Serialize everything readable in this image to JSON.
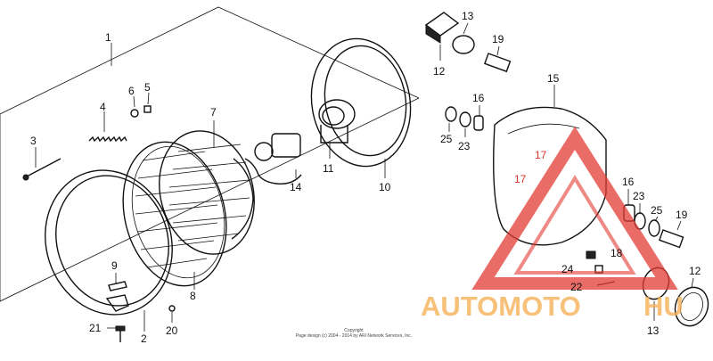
{
  "callouts": [
    {
      "id": "c1",
      "text": "1"
    },
    {
      "id": "c2",
      "text": "2"
    },
    {
      "id": "c3",
      "text": "3"
    },
    {
      "id": "c4",
      "text": "4"
    },
    {
      "id": "c5",
      "text": "5"
    },
    {
      "id": "c6",
      "text": "6"
    },
    {
      "id": "c7",
      "text": "7"
    },
    {
      "id": "c8",
      "text": "8"
    },
    {
      "id": "c9",
      "text": "9"
    },
    {
      "id": "c10",
      "text": "10"
    },
    {
      "id": "c11",
      "text": "11"
    },
    {
      "id": "c12a",
      "text": "12"
    },
    {
      "id": "c12b",
      "text": "12"
    },
    {
      "id": "c13a",
      "text": "13"
    },
    {
      "id": "c13b",
      "text": "13"
    },
    {
      "id": "c14",
      "text": "14"
    },
    {
      "id": "c15",
      "text": "15"
    },
    {
      "id": "c16a",
      "text": "16"
    },
    {
      "id": "c16b",
      "text": "16"
    },
    {
      "id": "c17a",
      "text": "17"
    },
    {
      "id": "c17b",
      "text": "17"
    },
    {
      "id": "c18",
      "text": "18"
    },
    {
      "id": "c19a",
      "text": "19"
    },
    {
      "id": "c19b",
      "text": "19"
    },
    {
      "id": "c20",
      "text": "20"
    },
    {
      "id": "c21",
      "text": "21"
    },
    {
      "id": "c22",
      "text": "22"
    },
    {
      "id": "c23a",
      "text": "23"
    },
    {
      "id": "c23b",
      "text": "23"
    },
    {
      "id": "c24",
      "text": "24"
    },
    {
      "id": "c25a",
      "text": "25"
    },
    {
      "id": "c25b",
      "text": "25"
    }
  ],
  "copyright": {
    "line1": "Copyright",
    "line2": "Page design (c) 2004 - 2014 by ARI Network Services, Inc."
  },
  "watermark": {
    "text_part1": "AUTOMOTO",
    "text_part2": "HU",
    "color_primary": "#f6b25a",
    "color_triangle": "#e23b33"
  }
}
